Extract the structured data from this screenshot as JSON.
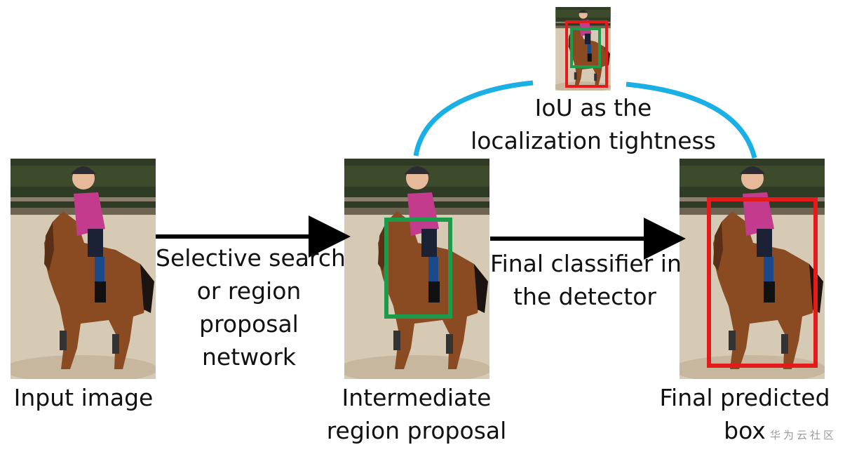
{
  "steps": {
    "input": {
      "label": "Input image"
    },
    "proposal": {
      "label_line1": "Intermediate",
      "label_line2": "region proposal"
    },
    "final": {
      "label_line1": "Final predicted",
      "label_line2": "box"
    }
  },
  "arrows": {
    "first": {
      "lines": [
        "Selective search",
        "or region",
        "proposal",
        "network"
      ]
    },
    "second": {
      "lines": [
        "Final classifier in",
        "the detector"
      ]
    }
  },
  "iou": {
    "line1": "IoU as the",
    "line2": "localization tightness"
  },
  "watermark": "华为云社区",
  "colors": {
    "proposal_box": "#1e9a4b",
    "predicted_box": "#e41b1b",
    "iou_arc": "#1ab0e6",
    "arrow": "#000000"
  }
}
